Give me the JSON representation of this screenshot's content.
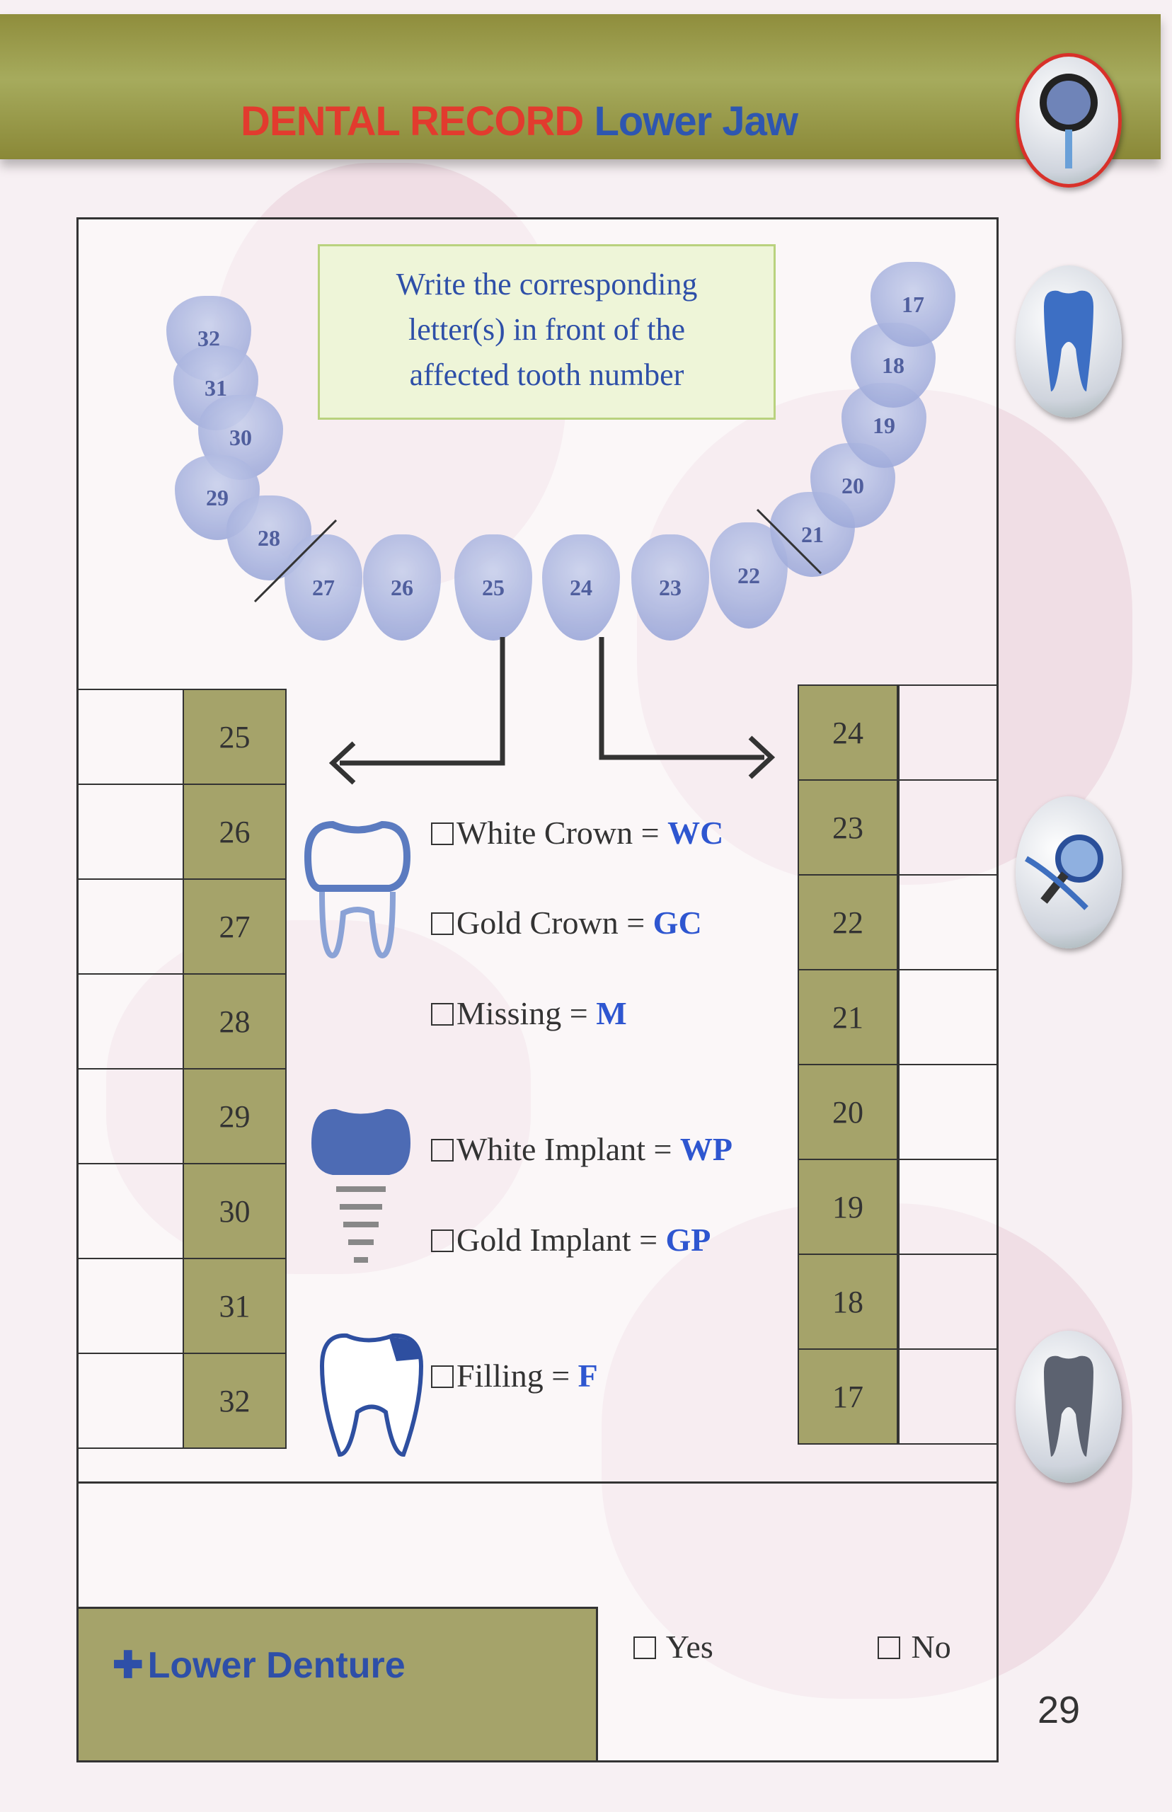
{
  "header": {
    "title_red": "DENTAL RECORD",
    "title_blue": "Lower Jaw"
  },
  "instruction": [
    "Write the corresponding",
    "letter(s) in front of the",
    "affected  tooth number"
  ],
  "teeth": [
    "32",
    "31",
    "30",
    "29",
    "28",
    "27",
    "26",
    "25",
    "24",
    "23",
    "22",
    "21",
    "20",
    "19",
    "18",
    "17"
  ],
  "left_table": [
    "25",
    "26",
    "27",
    "28",
    "29",
    "30",
    "31",
    "32"
  ],
  "right_table": [
    "24",
    "23",
    "22",
    "21",
    "20",
    "19",
    "18",
    "17"
  ],
  "legend": [
    {
      "label": "White Crown = ",
      "code": "WC"
    },
    {
      "label": "Gold Crown = ",
      "code": "GC"
    },
    {
      "label": "Missing = ",
      "code": "M"
    },
    {
      "label": "White Implant = ",
      "code": "WP"
    },
    {
      "label": "Gold Implant = ",
      "code": "GP"
    },
    {
      "label": "Filling = ",
      "code": "F"
    }
  ],
  "denture": {
    "label": "Lower Denture",
    "yes": "Yes",
    "no": "No"
  },
  "page_number": "29"
}
